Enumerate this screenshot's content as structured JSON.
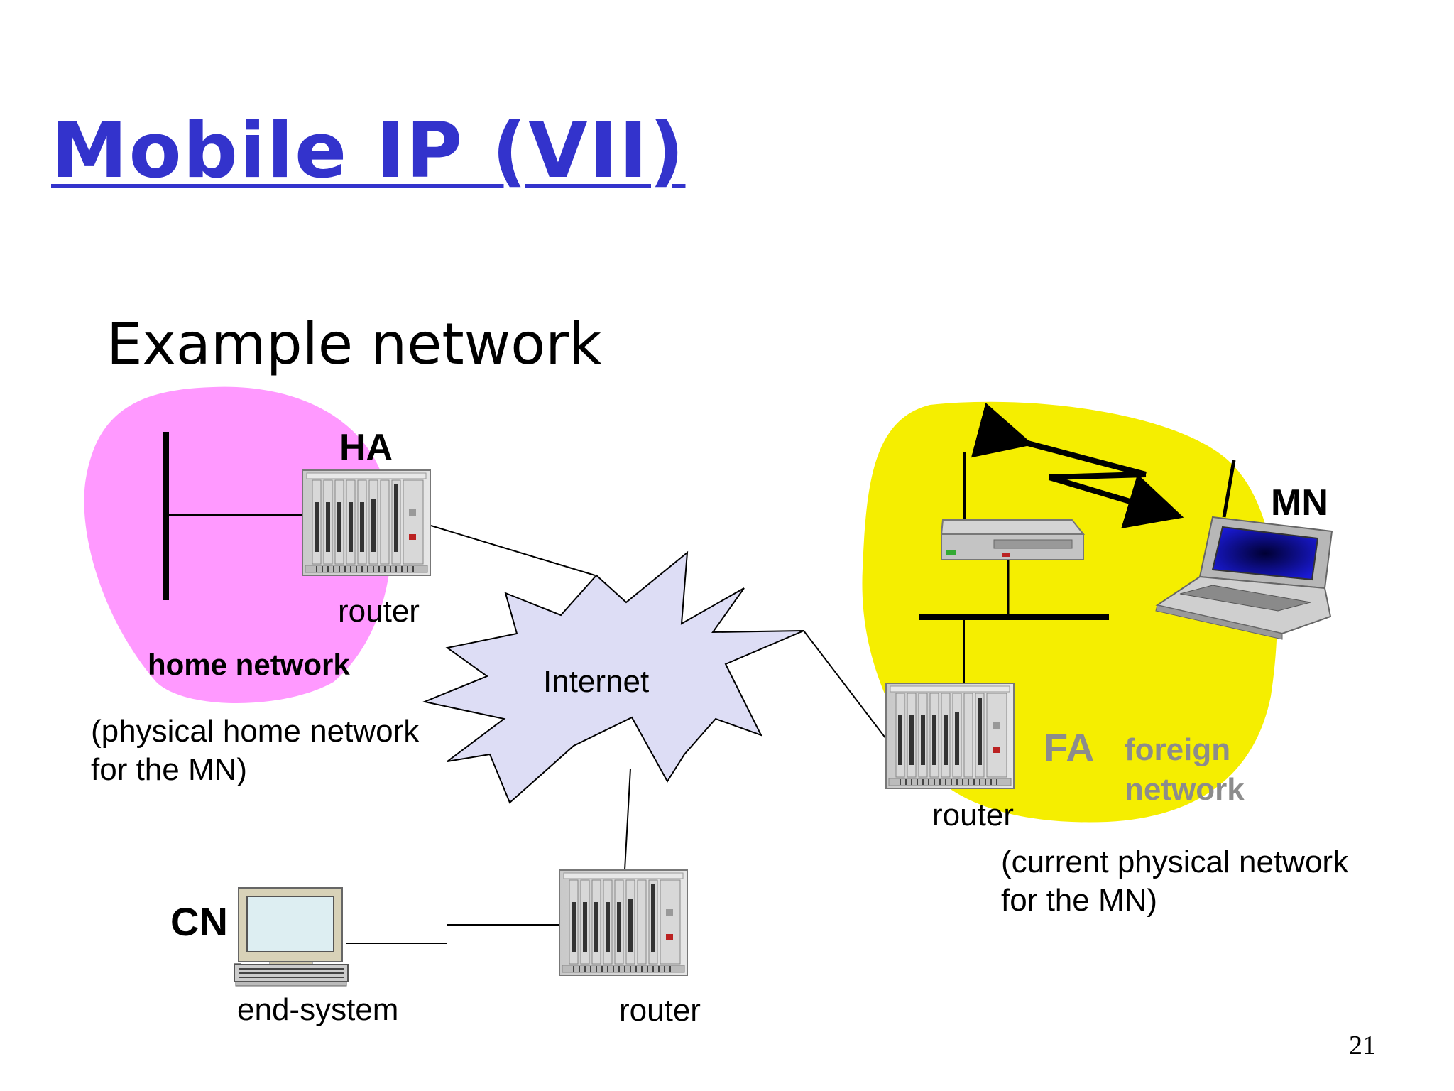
{
  "slide": {
    "title": "Mobile IP (VII)",
    "subtitle": "Example network",
    "page_number": "21"
  },
  "diagram": {
    "labels": {
      "ha": "HA",
      "mn": "MN",
      "cn": "CN",
      "fa": "FA",
      "foreign_network": "foreign network",
      "home_network": "home network",
      "home_network_desc": "(physical home network for the MN)",
      "foreign_network_desc": "(current physical network for the MN)",
      "internet": "Internet",
      "router_ha": "router",
      "router_fa": "router",
      "router_cn": "router",
      "end_system": "end-system"
    },
    "colors": {
      "title": "#3333cc",
      "home_network_fill": "#ff99ff",
      "foreign_network_fill": "#f5ee00",
      "internet_fill": "#ddddf5",
      "fa_text": "#8c8c8c"
    }
  }
}
